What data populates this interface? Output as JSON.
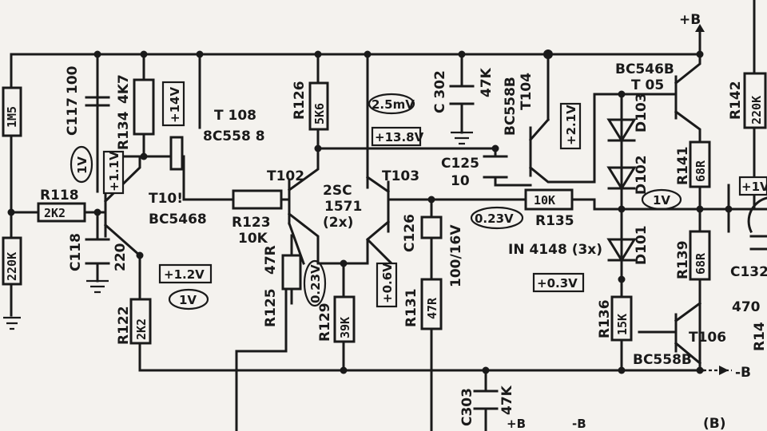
{
  "rails": {
    "plus_b_top": "+B",
    "minus_b": "-B",
    "plus_b_bottom": "+B",
    "minus_b_bottom": "-B",
    "section": "(B)"
  },
  "transistors": {
    "t101": {
      "ref": "T10!",
      "type": "BC5468"
    },
    "t102": {
      "ref": "T102"
    },
    "t102_103": {
      "type": "2SC",
      "num": "1571",
      "qty": "(2x)"
    },
    "t103": {
      "ref": "T103"
    },
    "t104": {
      "ref": "T104",
      "type": "BC558B"
    },
    "t105": {
      "ref": "T 05",
      "type": "BC546B"
    },
    "t106": {
      "ref": "T106",
      "type": "BC558B"
    },
    "t108": {
      "ref": "T 108",
      "type": "8C558 8"
    }
  },
  "resistors": {
    "r118": {
      "ref": "R118",
      "value": "2K2"
    },
    "r_left": {
      "value": "1M5"
    },
    "r_left_bottom": {
      "value": "220K"
    },
    "r134": {
      "ref": "R134",
      "value": "4K7"
    },
    "r122": {
      "ref": "R122",
      "value": "2K2"
    },
    "r123": {
      "ref": "R123",
      "value": "10K"
    },
    "r125": {
      "ref": "R125",
      "value": "47R"
    },
    "r126": {
      "ref": "R126",
      "value": "5K6"
    },
    "r129": {
      "ref": "R129",
      "value": "39K"
    },
    "r131": {
      "ref": "R131",
      "value": "47R"
    },
    "r135": {
      "ref": "R135",
      "value": "10K"
    },
    "r136": {
      "ref": "R136",
      "value": "15K"
    },
    "r139": {
      "ref": "R139",
      "value": "68R"
    },
    "r141": {
      "ref": "R141",
      "value": "68R"
    },
    "r142": {
      "ref": "R142",
      "value": "220K"
    },
    "r144": {
      "ref": "R14"
    }
  },
  "capacitors": {
    "c117": {
      "ref": "C117",
      "value": "100"
    },
    "c118": {
      "ref": "C118",
      "value": "220"
    },
    "c125": {
      "ref": "C125",
      "value": "10"
    },
    "c126": {
      "ref": "C126",
      "value": "100/16V"
    },
    "c302": {
      "ref": "C 302",
      "value": "47K"
    },
    "c303": {
      "ref": "C303",
      "value": "47K"
    },
    "c132": {
      "ref": "C132",
      "value": "470"
    }
  },
  "diodes": {
    "d101": {
      "ref": "D101"
    },
    "d102": {
      "ref": "D102"
    },
    "d103": {
      "ref": "D103"
    },
    "type": "IN 4148 (3x)"
  },
  "voltages": {
    "v_t108": "+14V",
    "v_t101_base": "+1.1V",
    "v_t101_emitter": "+1.2V",
    "v_t104": "+13.8V",
    "v_t104_emitter": "+2.1V",
    "v_t103_emitter": "+0.6V",
    "v_d101": "+0.3V",
    "v_right": "+1V",
    "ac_left": "1V",
    "ac_t101": "1V",
    "ac_t102": "0.23V",
    "ac_t103": "0.23V",
    "ac_mv": "2.5mV",
    "ac_right": "1V"
  }
}
